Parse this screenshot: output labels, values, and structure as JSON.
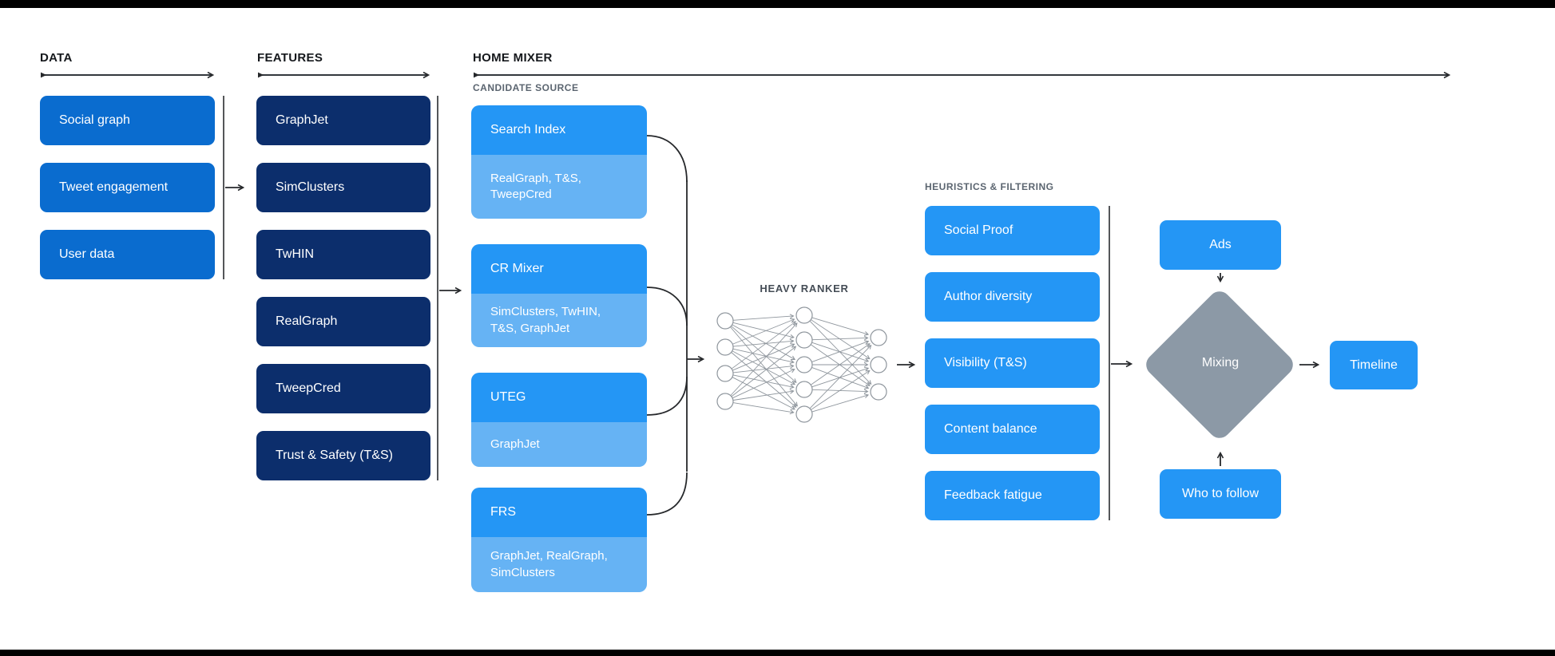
{
  "headers": {
    "data": "DATA",
    "features": "FEATURES",
    "home_mixer": "HOME MIXER"
  },
  "sublabels": {
    "candidate_source": "CANDIDATE SOURCE",
    "heavy_ranker": "HEAVY RANKER",
    "heuristics": "HEURISTICS & FILTERING"
  },
  "data_items": [
    "Social graph",
    "Tweet engagement",
    "User data"
  ],
  "features_items": [
    "GraphJet",
    "SimClusters",
    "TwHIN",
    "RealGraph",
    "TweepCred",
    "Trust & Safety (T&S)"
  ],
  "candidates": [
    {
      "title": "Search Index",
      "sources": "RealGraph, T&S, TweepCred"
    },
    {
      "title": "CR Mixer",
      "sources": "SimClusters, TwHIN, T&S, GraphJet"
    },
    {
      "title": "UTEG",
      "sources": "GraphJet"
    },
    {
      "title": "FRS",
      "sources": "GraphJet, RealGraph, SimClusters"
    }
  ],
  "heuristics_items": [
    "Social Proof",
    "Author diversity",
    "Visibility (T&S)",
    "Content balance",
    "Feedback fatigue"
  ],
  "flow": {
    "ads": "Ads",
    "mixing": "Mixing",
    "who_to_follow": "Who to follow",
    "timeline": "Timeline"
  },
  "colors": {
    "data_box": "#0a6ccf",
    "features_box": "#0c2e6c",
    "candidate_title": "#2496f5",
    "candidate_sub": "#66b3f4",
    "heuristic_box": "#2496f5",
    "flow_box": "#2496f5",
    "diamond": "#8c99a6",
    "connector_line": "#26282b",
    "network_stroke": "#8f969d",
    "header_text": "#15181c",
    "sublabel_text": "#5b6570",
    "frame_bar": "#000000"
  }
}
